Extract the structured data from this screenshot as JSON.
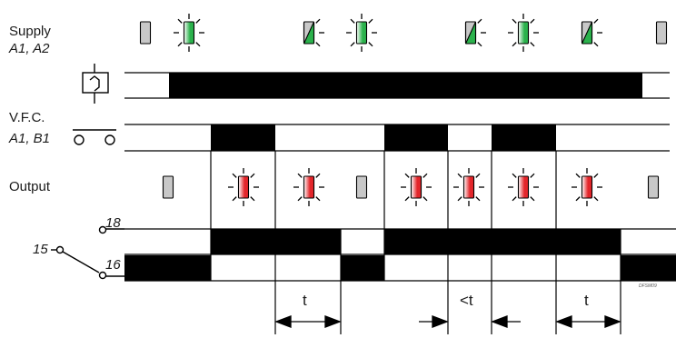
{
  "labels": {
    "supply_line1": "Supply",
    "supply_line2": "A1, A2",
    "vfc_line1": "V.F.C.",
    "vfc_line2": "A1, B1",
    "output": "Output",
    "terminal_18": "18",
    "terminal_15": "15",
    "terminal_16": "16",
    "ref_code": "DFSM09"
  },
  "timing_labels": {
    "t1": "t",
    "t2": "<t",
    "t3": "t"
  },
  "colors": {
    "line": "#000000",
    "supply_led": "#2bb24c",
    "output_led": "#e3262b",
    "led_off": "#c8c8c8"
  },
  "icons": {
    "supply": [
      "led-off-icon",
      "led-on-green-icon",
      "led-blink-green-icon",
      "led-on-green-icon",
      "led-blink-green-icon",
      "led-on-green-icon",
      "led-blink-green-icon",
      "led-off-icon"
    ],
    "output": [
      "led-off-icon",
      "led-on-red-icon",
      "led-on-red-icon",
      "led-off-icon",
      "led-on-red-icon",
      "led-on-red-icon",
      "led-on-red-icon",
      "led-on-red-icon",
      "led-off-icon"
    ],
    "relay": "relay-coil-icon",
    "vfc_contact": "open-contact-icon",
    "changeover": "changeover-contact-icon"
  }
}
